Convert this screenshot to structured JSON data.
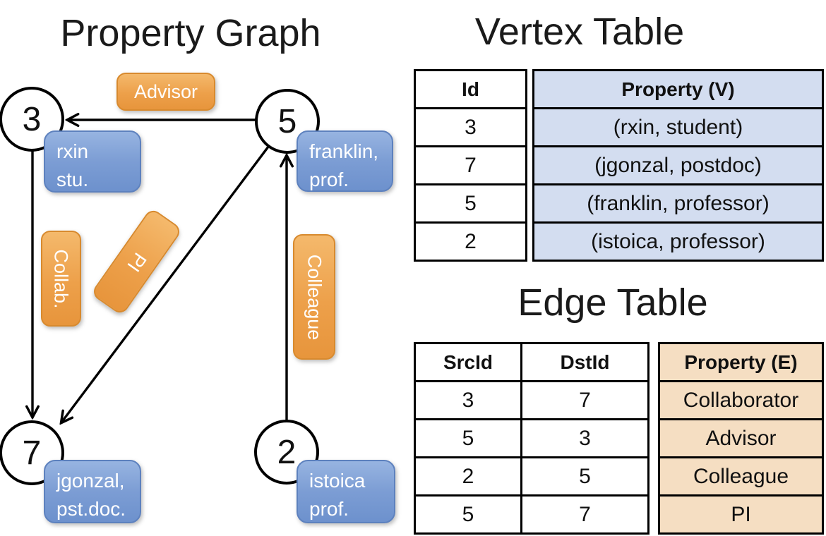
{
  "panel_graph": {
    "title": "Property Graph",
    "nodes": {
      "n3": {
        "id": "3",
        "prop_line1": "rxin",
        "prop_line2": "stu."
      },
      "n5": {
        "id": "5",
        "prop_line1": "franklin,",
        "prop_line2": "prof."
      },
      "n7": {
        "id": "7",
        "prop_line1": "jgonzal,",
        "prop_line2": "pst.doc."
      },
      "n2": {
        "id": "2",
        "prop_line1": "istoica",
        "prop_line2": "prof."
      }
    },
    "edge_labels": {
      "advisor": "Advisor",
      "collab": "Collab.",
      "pi": "PI",
      "colleague": "Colleague"
    }
  },
  "vertex_table": {
    "title": "Vertex Table",
    "col_id": "Id",
    "col_property": "Property (V)",
    "rows": [
      {
        "id": "3",
        "property": "(rxin, student)"
      },
      {
        "id": "7",
        "property": "(jgonzal, postdoc)"
      },
      {
        "id": "5",
        "property": "(franklin, professor)"
      },
      {
        "id": "2",
        "property": "(istoica, professor)"
      }
    ]
  },
  "edge_table": {
    "title": "Edge Table",
    "col_src": "SrcId",
    "col_dst": "DstId",
    "col_property": "Property (E)",
    "rows": [
      {
        "src": "3",
        "dst": "7",
        "property": "Collaborator"
      },
      {
        "src": "5",
        "dst": "3",
        "property": "Advisor"
      },
      {
        "src": "2",
        "dst": "5",
        "property": "Colleague"
      },
      {
        "src": "5",
        "dst": "7",
        "property": "PI"
      }
    ]
  },
  "colors": {
    "edge_label_orange": "#E7953C",
    "vertex_label_blue": "#6D91CD",
    "vertex_table_fill": "#D3DDF0",
    "edge_table_fill": "#F5DEC2",
    "line_black": "#000000"
  }
}
